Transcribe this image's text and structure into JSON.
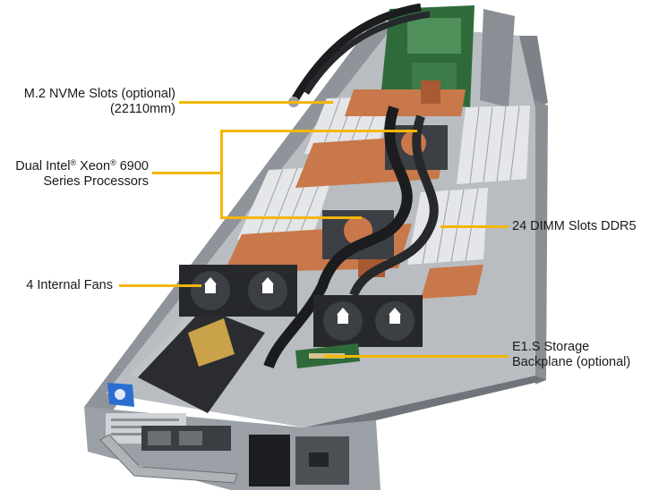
{
  "callouts": {
    "m2": {
      "line1": "M.2 NVMe Slots (optional)",
      "line2": "(22110mm)"
    },
    "cpu": {
      "line1_a": "Dual Intel",
      "line1_b": " Xeon",
      "line1_c": " 6900",
      "reg_mark": "®",
      "line2": "Series Processors"
    },
    "fans": {
      "line1": "4 Internal Fans"
    },
    "dimm": {
      "line1": "24 DIMM Slots DDR5"
    },
    "e1s": {
      "line1": "E1.S Storage",
      "line2": "Backplane (optional)"
    }
  },
  "colors": {
    "leader": "#f2b705",
    "text": "#1a1a1a",
    "chassis_steel": "#b9bdc2",
    "chassis_dark": "#6f747a",
    "copper": "#c8784a",
    "dimm": "#e4e6e8",
    "pcb_green": "#2f6b3a",
    "fan_black": "#26282b",
    "tab_blue": "#2a6fd0"
  }
}
